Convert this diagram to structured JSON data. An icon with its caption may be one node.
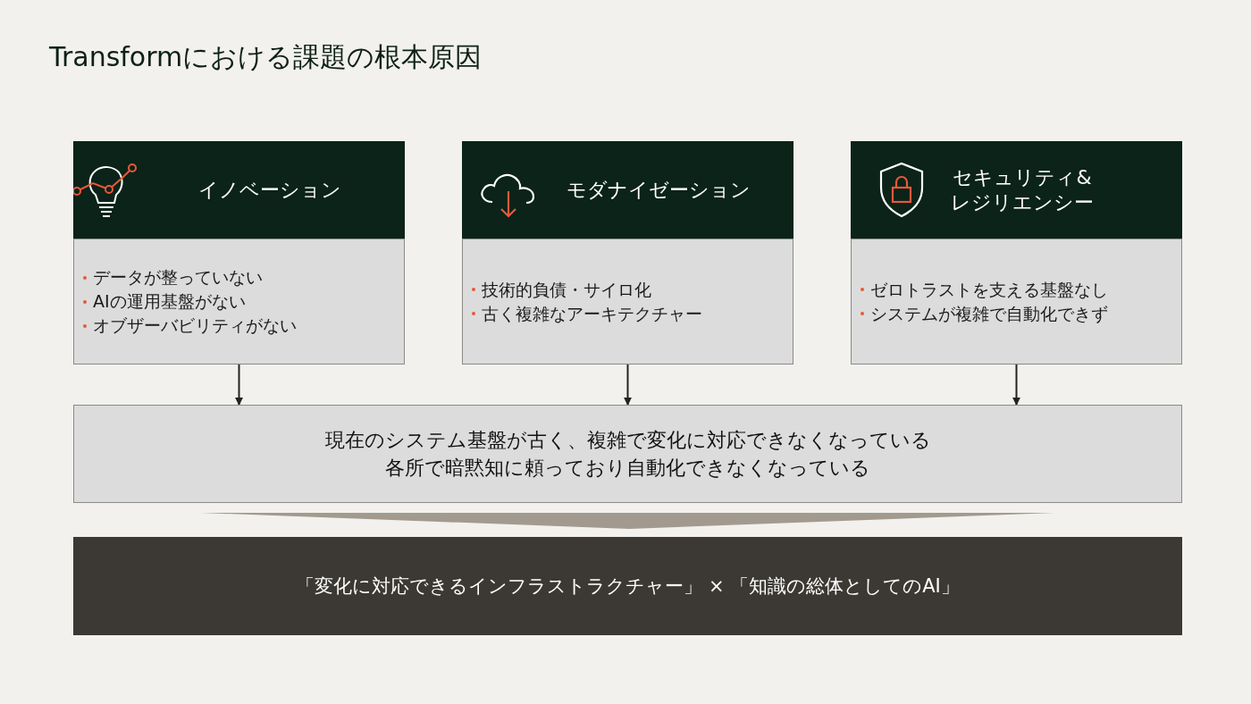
{
  "diagram": {
    "title": "Transformにおける課題の根本原因",
    "nodes": [
      {
        "text": [
          "イノベーション",
          "データが整っていない",
          "AIの運用基盤がない",
          "オブザーバビリティがない"
        ]
      },
      {
        "text": [
          "モダナイゼーション",
          "技術的負債・サイロ化",
          "古く複雑なアーキテクチャー"
        ]
      },
      {
        "text": [
          "セキュリティ&レジリエンシー",
          "ゼロトラストを支える基盤なし",
          "システムが複雑で自動化できず"
        ]
      },
      {
        "text": [
          "現在のシステム基盤が古く、複雑で変化に対応できなくなっている",
          "各所で暗黙知に頼っており自動化できなくなっている"
        ]
      },
      {
        "text": [
          "「変化に対応できるインフラストラクチャー」 × 「知識の総体としてのAI」"
        ]
      }
    ],
    "edges": [
      {
        "from": 0,
        "to": 3,
        "arrow": "to"
      },
      {
        "from": 1,
        "to": 3,
        "arrow": "to"
      },
      {
        "from": 2,
        "to": 3,
        "arrow": "to"
      },
      {
        "from": 3,
        "to": 4,
        "arrow": "to",
        "style": "thick",
        "color": "#a39a8f"
      }
    ]
  }
}
